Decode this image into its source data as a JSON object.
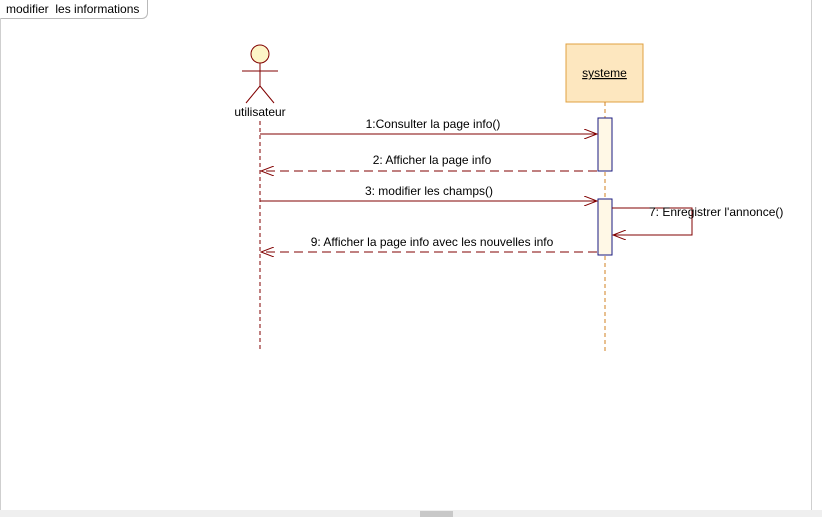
{
  "diagram": {
    "title": "modifier  les informations",
    "actor": {
      "name": "utilisateur"
    },
    "system": {
      "name": "systeme"
    },
    "messages": [
      {
        "label": "1:Consulter la page info()",
        "type": "sync"
      },
      {
        "label": "2: Afficher la page info",
        "type": "return"
      },
      {
        "label": "3: modifier les champs()",
        "type": "sync"
      },
      {
        "label": "7: Enregistrer l'annonce()",
        "type": "self"
      },
      {
        "label": "9: Afficher la page info avec les nouvelles info",
        "type": "return"
      }
    ],
    "colors": {
      "line": "#800000",
      "lifeline": "#b5651d",
      "system_fill": "#fde7bf",
      "system_border": "#e0a040",
      "activation_fill": "#fff8e6",
      "activation_border": "#1a1a80",
      "actor_head_fill": "#fdf5c8"
    }
  }
}
